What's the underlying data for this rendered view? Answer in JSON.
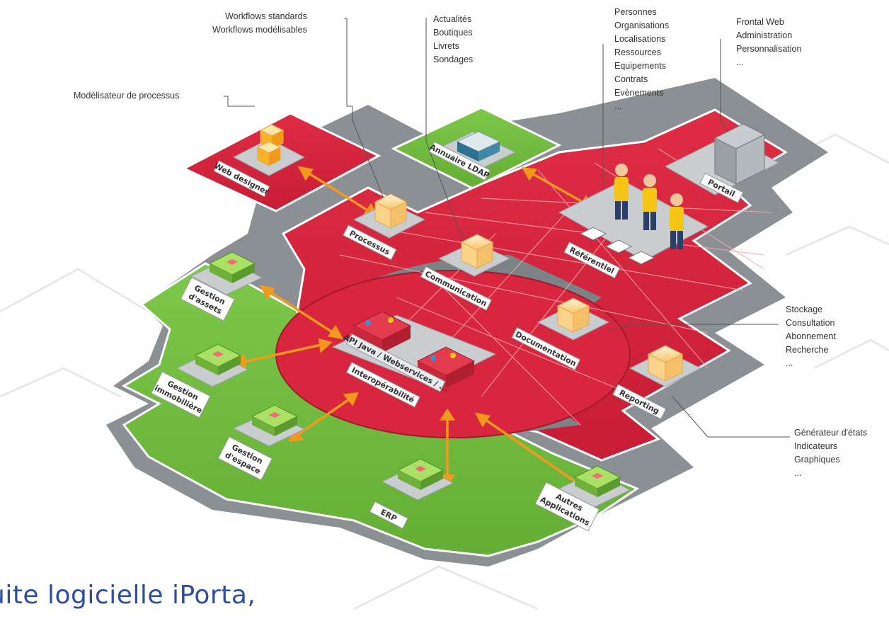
{
  "callouts": {
    "workflows": [
      "Workflows standards",
      "Workflows modélisables"
    ],
    "communication": [
      "Actualités",
      "Boutiques",
      "Livrets",
      "Sondages"
    ],
    "referentiel": [
      "Personnes",
      "Organisations",
      "Localisations",
      "Ressources",
      "Equipements",
      "Contrats",
      "Evènements",
      "..."
    ],
    "portail": [
      "Frontal Web",
      "Administration",
      "Personnalisation",
      "..."
    ],
    "modelisateur": [
      "Modélisateur de processus"
    ],
    "documentation": [
      "Stockage",
      "Consultation",
      "Abonnement",
      "Recherche",
      "..."
    ],
    "reporting": [
      "Générateur d'états",
      "Indicateurs",
      "Graphiques",
      "..."
    ]
  },
  "modules": {
    "web_designer": "Web designer",
    "annuaire": "Annuaire LDAP",
    "portail": "Portail",
    "processus": "Processus",
    "communication": "Communication",
    "referentiel": "Référentiel",
    "documentation": "Documentation",
    "reporting": "Reporting",
    "interop_api": "API Java / Webservices / ...",
    "interop": "Interopérabilité",
    "gestion_assets_1": "Gestion",
    "gestion_assets_2": "d'assets",
    "gestion_immo_1": "Gestion",
    "gestion_immo_2": "immobilière",
    "gestion_espace_1": "Gestion",
    "gestion_espace_2": "d'espace",
    "erp": "ERP",
    "autres_1": "Autres",
    "autres_2": "Applications"
  },
  "caption": "uite logicielle iPorta,",
  "colors": {
    "red_zone": "#d5213b",
    "green_zone": "#6fbb3d",
    "gray_border": "#8a9094",
    "connector": "#f39a1e",
    "caption": "#2e4ea3"
  }
}
